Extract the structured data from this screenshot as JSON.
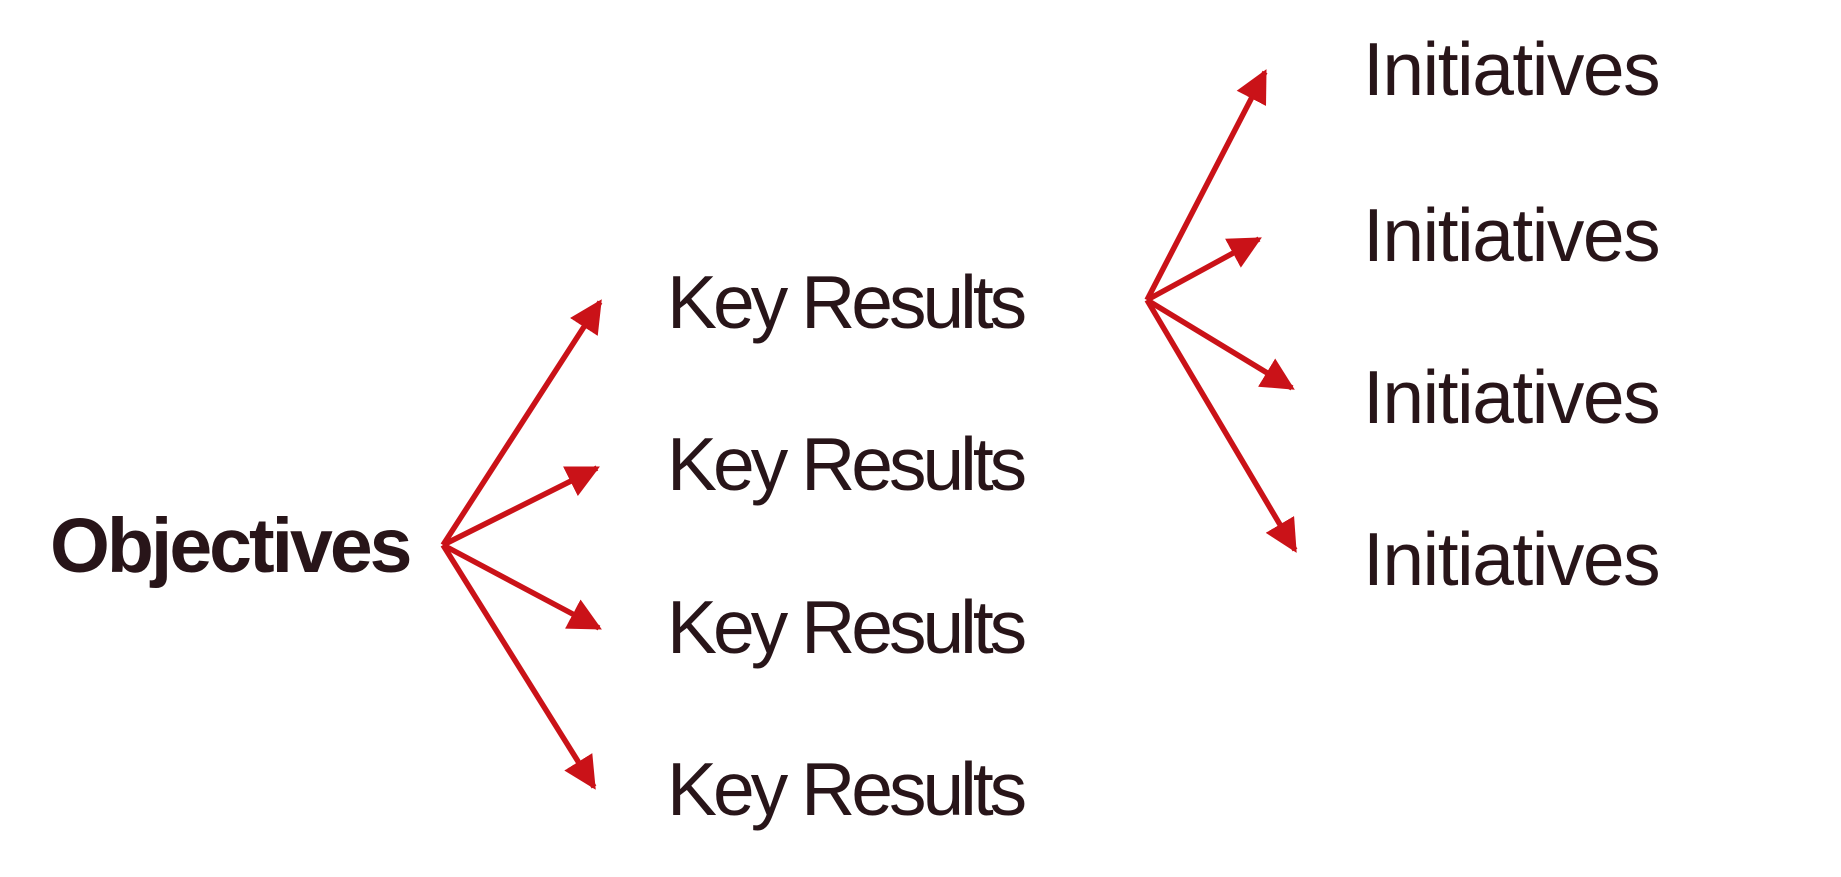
{
  "diagram": {
    "type": "okr-tree",
    "background": "#ffffff",
    "colors": {
      "text": "#281519",
      "arrow": "#ca1218"
    },
    "objective": {
      "label": "Objectives"
    },
    "key_results": [
      {
        "label": "Key Results"
      },
      {
        "label": "Key Results"
      },
      {
        "label": "Key Results"
      },
      {
        "label": "Key Results"
      }
    ],
    "initiatives": [
      {
        "label": "Initiatives"
      },
      {
        "label": "Initiatives"
      },
      {
        "label": "Initiatives"
      },
      {
        "label": "Initiatives"
      }
    ],
    "edges": [
      {
        "from": "objective",
        "to": "key_results.0"
      },
      {
        "from": "objective",
        "to": "key_results.1"
      },
      {
        "from": "objective",
        "to": "key_results.2"
      },
      {
        "from": "objective",
        "to": "key_results.3"
      },
      {
        "from": "key_results.0",
        "to": "initiatives.0"
      },
      {
        "from": "key_results.0",
        "to": "initiatives.1"
      },
      {
        "from": "key_results.0",
        "to": "initiatives.2"
      },
      {
        "from": "key_results.0",
        "to": "initiatives.3"
      }
    ]
  }
}
